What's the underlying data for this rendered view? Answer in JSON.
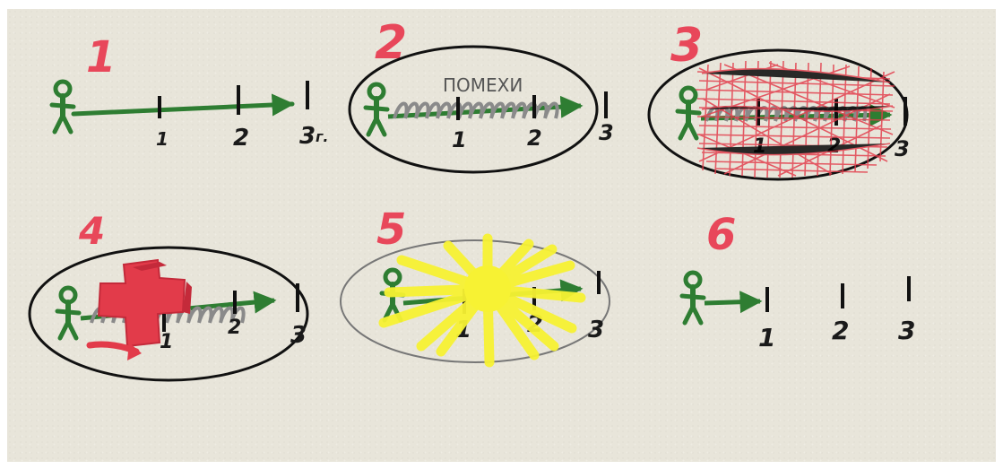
{
  "panels": [
    {
      "number": "1",
      "ticks": [
        "1",
        "2",
        "3"
      ],
      "suffix": "г."
    },
    {
      "number": "2",
      "ticks": [
        "1",
        "2",
        "3"
      ],
      "noise_label": "ПОМЕХИ"
    },
    {
      "number": "3",
      "ticks": [
        "1",
        "2",
        "3"
      ]
    },
    {
      "number": "4",
      "ticks": [
        "1",
        "2",
        "3"
      ]
    },
    {
      "number": "5",
      "ticks": [
        "1",
        "2",
        "3"
      ]
    },
    {
      "number": "6",
      "ticks": [
        "1",
        "2",
        "3"
      ]
    }
  ],
  "colors": {
    "board": "#e8e5da",
    "figure_green": "#2e7d32",
    "panel_number_red": "#e8475a",
    "noise_gray": "#8a8a8a",
    "scribble_red": "#e23b4a",
    "sun_yellow": "#f7f233"
  }
}
